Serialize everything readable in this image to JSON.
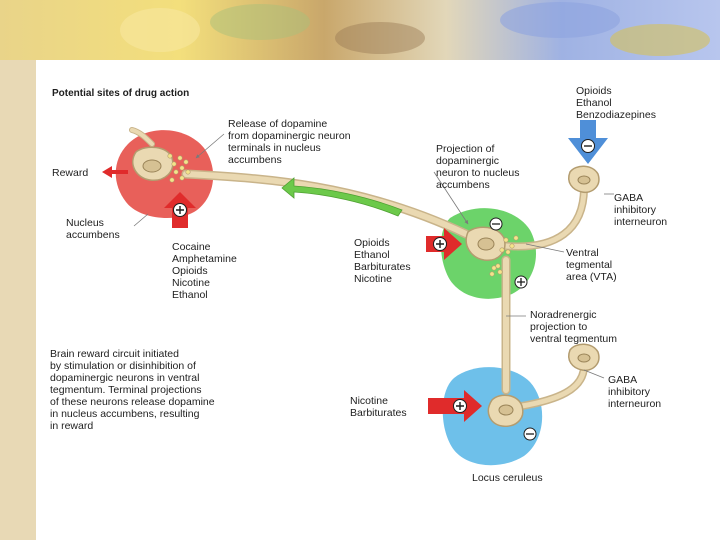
{
  "title": "Potential sites of drug action",
  "labels": {
    "release": [
      "Release of dopamine",
      "from dopaminergic neuron",
      "terminals in nucleus",
      "accumbens"
    ],
    "reward": "Reward",
    "nucleus_accumbens": [
      "Nucleus",
      "accumbens"
    ],
    "drugs_na": [
      "Cocaine",
      "Amphetamine",
      "Opioids",
      "Nicotine",
      "Ethanol"
    ],
    "projection": [
      "Projection of",
      "dopaminergic",
      "neuron to nucleus",
      "accumbens"
    ],
    "drugs_top": [
      "Opioids",
      "Ethanol",
      "Benzodiazepines"
    ],
    "gaba_top": [
      "GABA",
      "inhibitory",
      "interneuron"
    ],
    "drugs_vta": [
      "Opioids",
      "Ethanol",
      "Barbiturates",
      "Nicotine"
    ],
    "vta": [
      "Ventral",
      "tegmental",
      "area (VTA)"
    ],
    "noradrenergic": [
      "Noradrenergic",
      "projection to",
      "ventral tegmentum"
    ],
    "caption": [
      "Brain reward circuit initiated",
      "by stimulation or disinhibition of",
      "dopaminergic neurons in ventral",
      "tegmentum. Terminal projections",
      "of these neurons release dopamine",
      "in nucleus accumbens, resulting",
      "in reward"
    ],
    "drugs_lc": [
      "Nicotine",
      "Barbiturates"
    ],
    "gaba_bottom": [
      "GABA",
      "inhibitory",
      "interneuron"
    ],
    "locus_ceruleus": "Locus ceruleus"
  },
  "colors": {
    "nucleus_accumbens_region": "#e8605a",
    "vta_region": "#6cd36a",
    "locus_ceruleus_region": "#6ec0ea",
    "neuron": "#ead9b2",
    "excitatory_arrow": "#e02b2b",
    "inhibitory_arrow": "#4f8fd8",
    "projection_arrow": "#6cc94a"
  }
}
